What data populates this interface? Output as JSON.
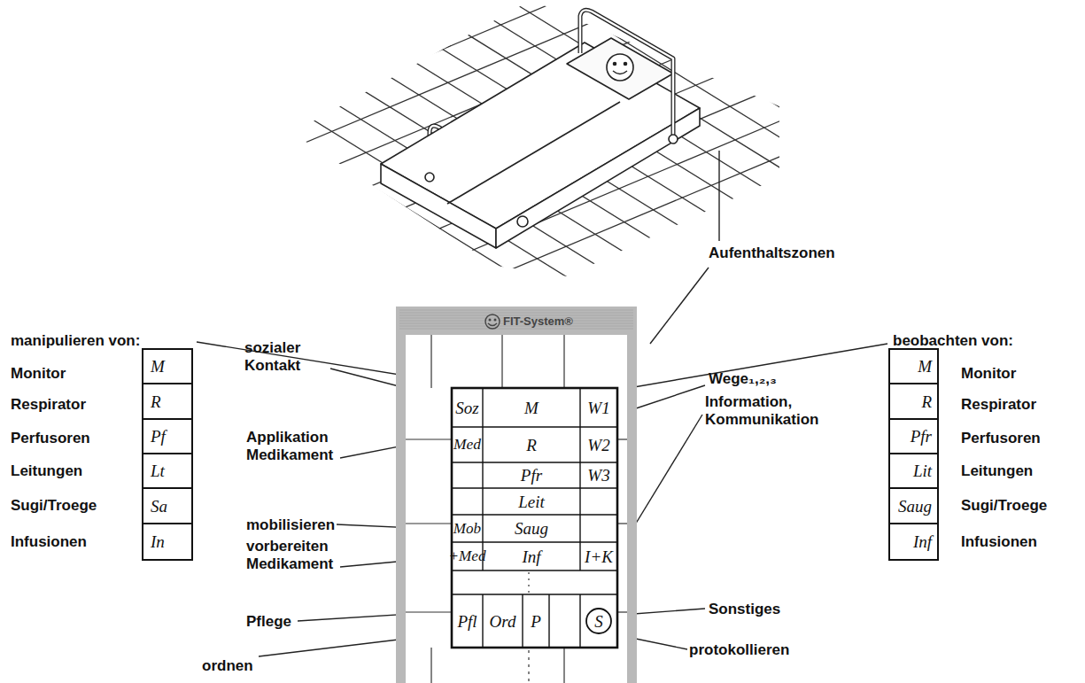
{
  "diagram": {
    "nodes": [
      {
        "text": [
          "M"
        ]
      },
      {
        "text": [
          "R"
        ]
      },
      {
        "text": [
          "Pf"
        ]
      },
      {
        "text": [
          "Lt"
        ]
      },
      {
        "text": [
          "Sa"
        ]
      },
      {
        "text": [
          "In"
        ]
      },
      {
        "text": [
          "FIT-System®"
        ]
      },
      {
        "text": [
          "Soz"
        ],
        "in": 6
      },
      {
        "text": [
          "M"
        ],
        "in": 6
      },
      {
        "text": [
          "W1"
        ],
        "in": 6
      },
      {
        "text": [
          "Med"
        ],
        "in": 6
      },
      {
        "text": [
          "R"
        ],
        "in": 6
      },
      {
        "text": [
          "W2"
        ],
        "in": 6
      },
      {
        "text": [
          "Pfr"
        ],
        "in": 6
      },
      {
        "text": [
          "W3"
        ],
        "in": 6
      },
      {
        "text": [
          "Leit"
        ],
        "in": 6
      },
      {
        "text": [
          "Mob"
        ],
        "in": 6
      },
      {
        "text": [
          "Saug"
        ],
        "in": 6
      },
      {
        "text": [
          "+Med"
        ],
        "in": 6
      },
      {
        "text": [
          "Inf"
        ],
        "in": 6
      },
      {
        "text": [
          "I+K"
        ],
        "in": 6
      },
      {
        "text": [
          "Pfl"
        ],
        "in": 6
      },
      {
        "text": [
          "Ord"
        ],
        "in": 6
      },
      {
        "text": [
          "P"
        ],
        "in": 6
      },
      {
        "text": [
          "S"
        ],
        "in": 6
      },
      {
        "text": [
          "M"
        ]
      },
      {
        "text": [
          "R"
        ]
      },
      {
        "text": [
          "Pfr"
        ]
      },
      {
        "text": [
          "Lit"
        ]
      },
      {
        "text": [
          "Saug"
        ]
      },
      {
        "text": [
          "Inf"
        ]
      }
    ],
    "labels": [
      "manipulieren von:",
      "Monitor",
      "Respirator",
      "Perfusoren",
      "Leitungen",
      "Sugi/Troege",
      "Infusionen",
      "beobachten von:",
      "Monitor",
      "Respirator",
      "Perfusoren",
      "Leitungen",
      "Sugi/Troege",
      "Infusionen",
      "sozialer Kontakt",
      "Applikation Medikament",
      "mobilisieren",
      "vorbereiten Medikament",
      "Pflege",
      "ordnen",
      "Wege₁,₂,₃",
      "Information, Kommunikation",
      "Sonstiges",
      "protokollieren",
      "Aufenthaltszonen"
    ]
  }
}
